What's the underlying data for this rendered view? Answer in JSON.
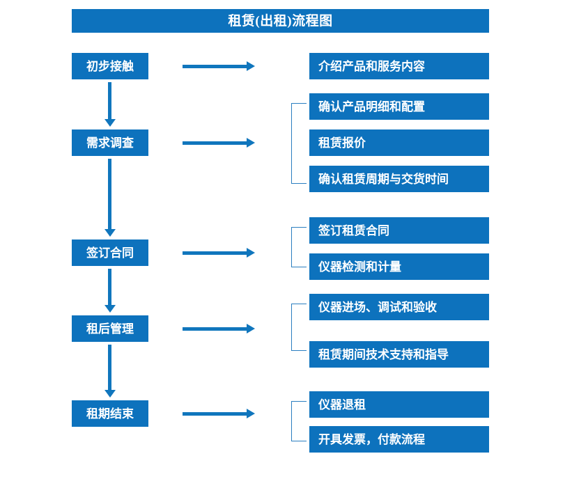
{
  "diagram": {
    "title": "租赁(出租)流程图",
    "accent_color": "#0d72bd",
    "arrow_color": "#1076bd",
    "bracket_color": "#2a7ec0",
    "text_color": "#ffffff",
    "background_color": "#ffffff"
  },
  "stages": [
    {
      "label": "初步接触"
    },
    {
      "label": "需求调查"
    },
    {
      "label": "签订合同"
    },
    {
      "label": "租后管理"
    },
    {
      "label": "租期结束"
    }
  ],
  "details": [
    {
      "label": "介绍产品和服务内容"
    },
    {
      "label": "确认产品明细和配置"
    },
    {
      "label": "租赁报价"
    },
    {
      "label": "确认租赁周期与交货时间"
    },
    {
      "label": "签订租赁合同"
    },
    {
      "label": "仪器检测和计量"
    },
    {
      "label": "仪器进场、调试和验收"
    },
    {
      "label": "租赁期间技术支持和指导"
    },
    {
      "label": "仪器退租"
    },
    {
      "label": "开具发票，付款流程"
    }
  ],
  "groups": [
    {
      "name": "需求调查-group",
      "items": [
        "确认产品明细和配置",
        "租赁报价",
        "确认租赁周期与交货时间"
      ]
    },
    {
      "name": "签订合同-group",
      "items": [
        "签订租赁合同",
        "仪器检测和计量"
      ]
    },
    {
      "name": "租后管理-group",
      "items": [
        "仪器进场、调试和验收",
        "租赁期间技术支持和指导"
      ]
    },
    {
      "name": "租期结束-group",
      "items": [
        "仪器退租",
        "开具发票，付款流程"
      ]
    }
  ]
}
